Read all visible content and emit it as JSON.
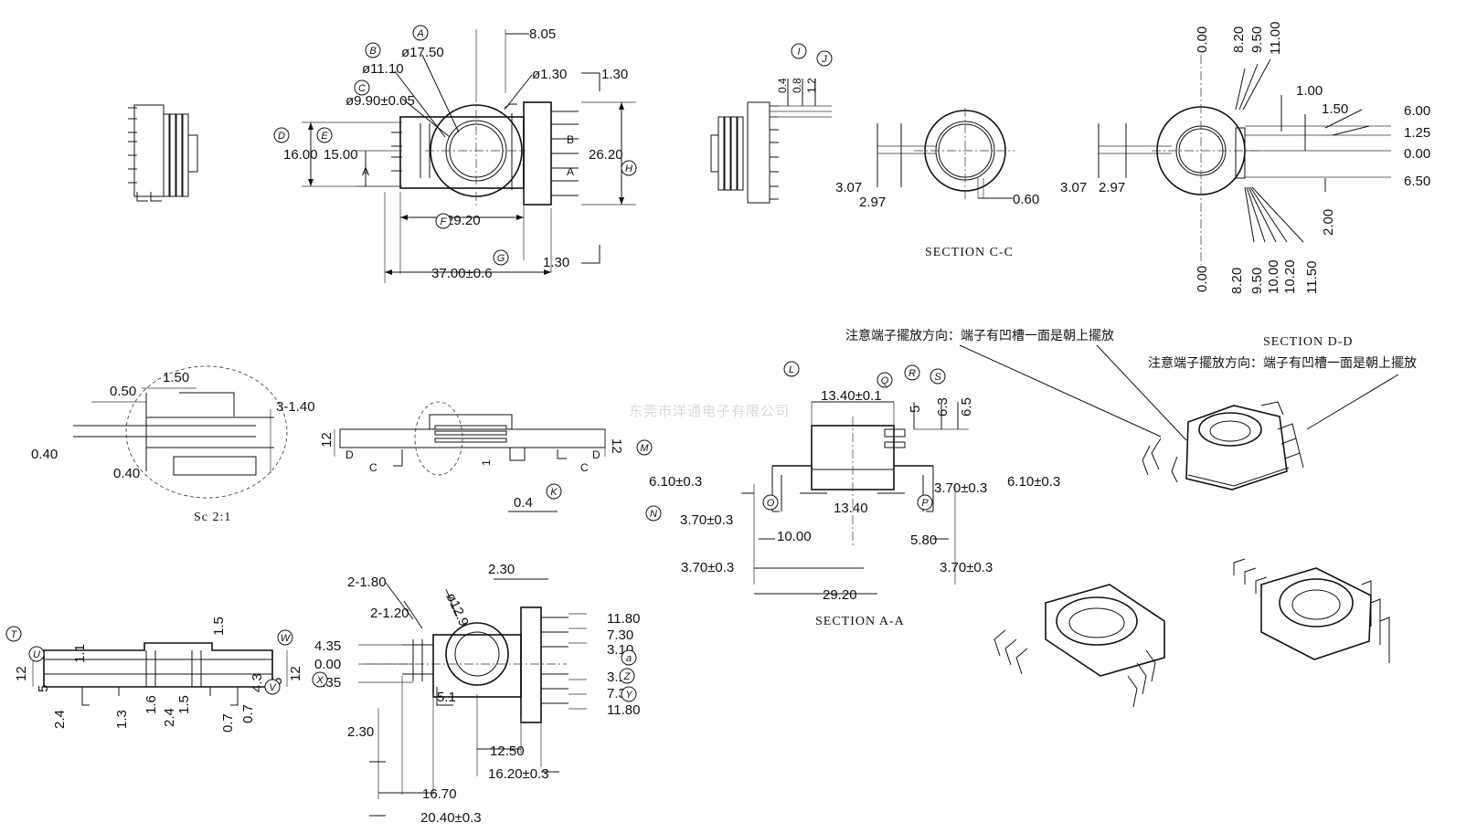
{
  "watermark": "东莞市洋通电子有限公司",
  "notes": {
    "note_1": "注意端子擺放方向：端子有凹槽一面是朝上擺放",
    "note_2": "注意端子擺放方向：端子有凹槽一面是朝上擺放"
  },
  "titles": {
    "section_cc": "SECTION C-C",
    "section_dd": "SECTION D-D",
    "section_aa": "SECTION A-A",
    "scale": "Sc 2:1"
  },
  "top_view": {
    "d_8_05": "8.05",
    "d_phi17_50": "ø17.50",
    "d_phi11_10": "ø11.10",
    "d_phi9_90": "ø9.90±0.05",
    "d_phi1_30": "ø1.30",
    "d_1_30_top": "1.30",
    "d_16_00": "16.00",
    "d_15_00": "15.00",
    "d_26_20": "26.20",
    "d_29_20": "29.20",
    "d_37_00": "37.00±0.6",
    "d_1_30_bot": "1.30",
    "cut_a": "A",
    "cut_b": "B",
    "cut_a2": "A",
    "cut_b2": "B"
  },
  "side_view_cc": {
    "d_0_4": "0.4",
    "d_0_8": "0.8",
    "d_1_2": "1.2"
  },
  "section_cc": {
    "d_3_07": "3.07",
    "d_2_97": "2.97",
    "d_0_60": "0.60"
  },
  "section_dd": {
    "d_0_00_top": "0.00",
    "d_8_20_top": "8.20",
    "d_9_50_top": "9.50",
    "d_11_00_top": "11.00",
    "d_1_00": "1.00",
    "d_1_50": "1.50",
    "d_6_00": "6.00",
    "d_1_25": "1.25",
    "d_0_00_r": "0.00",
    "d_6_50": "6.50",
    "d_2_00": "2.00",
    "d_3_07": "3.07",
    "d_2_97": "2.97",
    "d_0_00_bot": "0.00",
    "d_8_20_bot": "8.20",
    "d_9_50_bot": "9.50",
    "d_10_00_bot": "10.00",
    "d_10_20_bot": "10.20",
    "d_11_50_bot": "11.50"
  },
  "detail_view": {
    "d_0_50": "0.50",
    "d_1_50": "1.50",
    "d_3_140": "3-1.40",
    "d_0_40_a": "0.40",
    "d_0_40_b": "0.40"
  },
  "front_view": {
    "d_12_l": "12",
    "d_12_r": "12",
    "cut_d": "D",
    "cut_d2": "D",
    "cut_c": "C",
    "cut_c2": "C",
    "d_1": "1",
    "d_0_4": "0.4"
  },
  "section_aa": {
    "d_13_40_top": "13.40±0.1",
    "d_5": "5",
    "d_6_3": "6.3",
    "d_6_5": "6.5",
    "d_6_10_l": "6.10±0.3",
    "d_3_70_r1": "3.70±0.3",
    "d_6_10_r": "6.10±0.3",
    "d_3_70_l1": "3.70±0.3",
    "d_13_40": "13.40",
    "d_10_00": "10.00",
    "d_5_80": "5.80",
    "d_3_70_l2": "3.70±0.3",
    "d_3_70_r2": "3.70±0.3",
    "d_29_20": "29.20"
  },
  "bottom_side_view": {
    "d_1_5": "1.5",
    "d_1_1": "1.1",
    "d_12_l": "12",
    "d_5_l": "5",
    "d_12_r": "12",
    "d_5_r": "5",
    "d_4_3": "4.3",
    "d_2_4_a": "2.4",
    "d_1_3": "1.3",
    "d_1_6": "1.6",
    "d_2_4_b": "2.4",
    "d_1_5_b": "1.5",
    "d_0_7_a": "0.7",
    "d_0_7_b": "0.7"
  },
  "bottom_view": {
    "d_2_30_top": "2.30",
    "d_2_180": "2-1.80",
    "d_phi12_9": "ø12.9",
    "d_2_120": "2-1.20",
    "d_4_35_a": "4.35",
    "d_0_00": "0.00",
    "d_4_35_b": "4.35",
    "d_11_80_a": "11.80",
    "d_7_30_a": "7.30",
    "d_3_10_a": "3.10",
    "d_3_10_b": "3.10",
    "d_7_30_b": "7.30",
    "d_11_80_b": "11.80",
    "d_5_1": "5.1",
    "d_2_30_bot": "2.30",
    "d_12_50": "12.50",
    "d_16_20": "16.20±0.3",
    "d_16_70": "16.70",
    "d_20_40": "20.40±0.3"
  },
  "balloons": {
    "A": "A",
    "B": "B",
    "C": "C",
    "D": "D",
    "E": "E",
    "F": "F",
    "G": "G",
    "H": "H",
    "I": "I",
    "J": "J",
    "K": "K",
    "L": "L",
    "M": "M",
    "N": "N",
    "O": "O",
    "P": "P",
    "Q": "Q",
    "R": "R",
    "S": "S",
    "T": "T",
    "U": "U",
    "V": "V",
    "W": "W",
    "X": "X",
    "Y": "Y",
    "Z": "Z",
    "a": "a"
  }
}
